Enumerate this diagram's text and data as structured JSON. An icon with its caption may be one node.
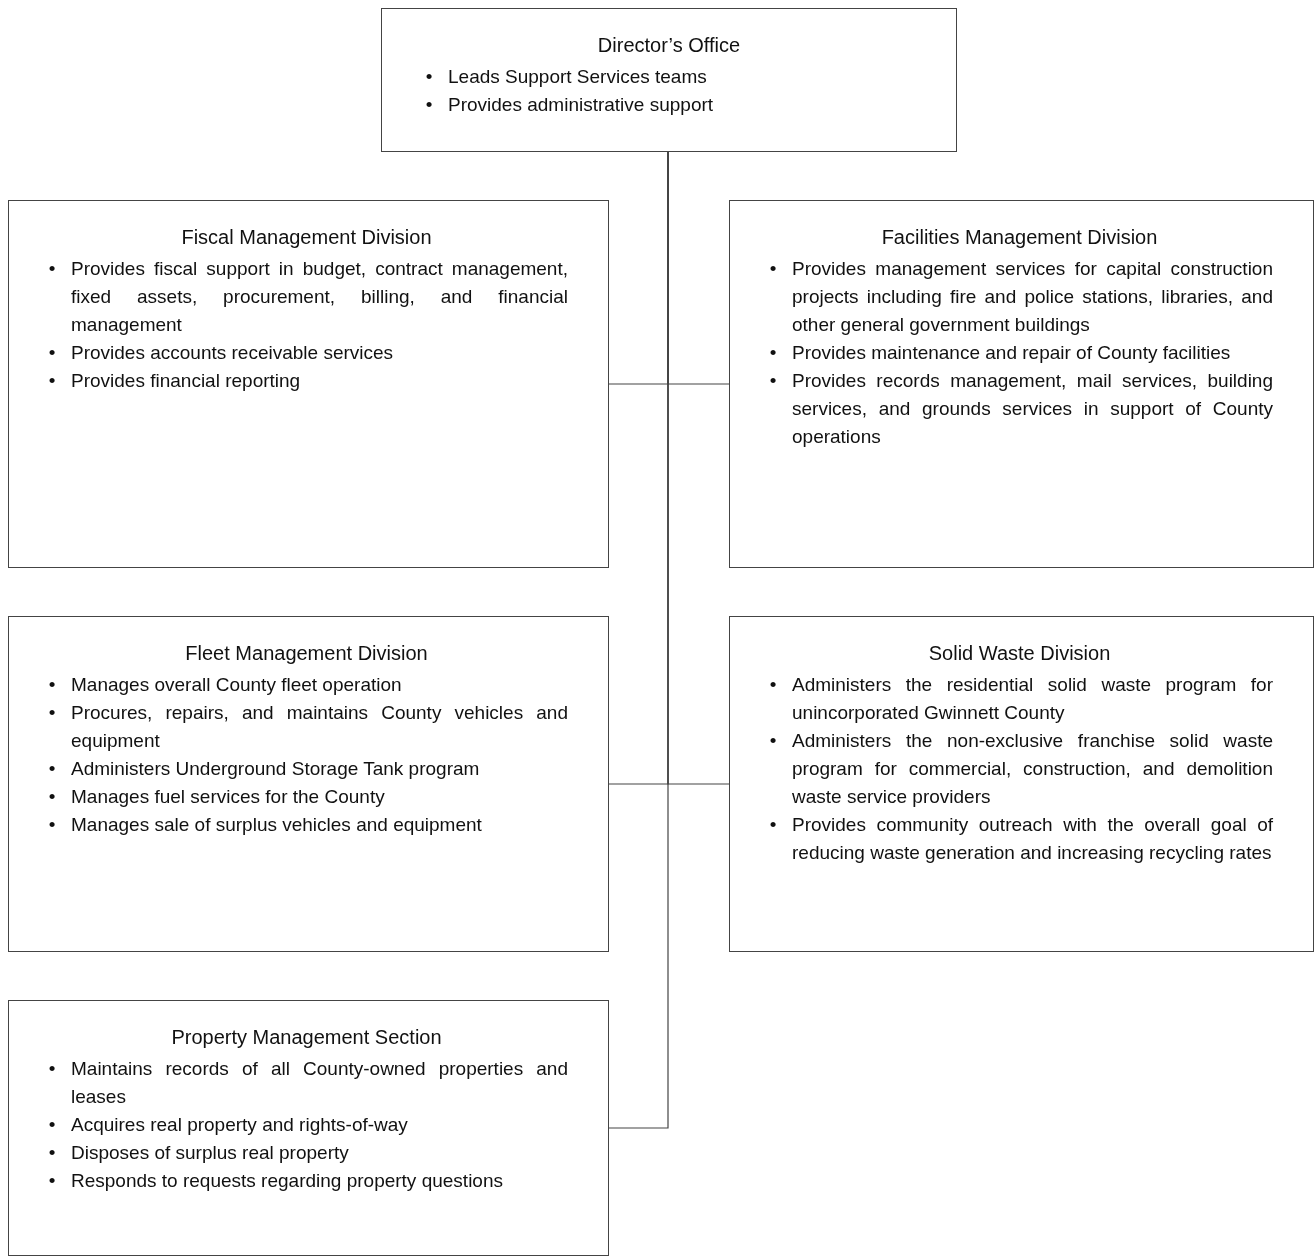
{
  "diagram": {
    "nodes": [
      {
        "text": [
          "Director’s Office",
          "•",
          "Leads Support Services teams",
          "•",
          "Provides administrative support"
        ]
      },
      {
        "text": [
          "Fiscal Management Division",
          "•",
          "Provides fiscal support in budget, contract management, fixed assets, procurement, billing, and financial management",
          "•",
          "Provides accounts receivable services",
          "•",
          "Provides financial reporting"
        ]
      },
      {
        "text": [
          "Facilities Management Division",
          "•",
          "Provides management services for capital construction projects including fire and police stations, libraries, and other general government buildings",
          "•",
          "Provides maintenance and repair of County facilities",
          "•",
          "Provides records management, mail services, building services, and grounds services in support of County operations"
        ]
      },
      {
        "text": [
          "Fleet Management Division",
          "•",
          "Manages overall County fleet operation",
          "•",
          "Procures, repairs, and maintains County vehicles and equipment",
          "•",
          "Administers Underground Storage Tank program",
          "•",
          "Manages fuel services for the County",
          "•",
          "Manages sale of surplus vehicles and equipment"
        ]
      },
      {
        "text": [
          "Solid Waste Division",
          "•",
          "Administers the residential solid waste program for unincorporated Gwinnett County",
          "•",
          "Administers the non-exclusive franchise solid waste program for commercial, construction, and demolition waste service providers",
          "•",
          "Provides community outreach with the overall goal of reducing waste generation and increasing recycling rates"
        ]
      },
      {
        "text": [
          "Property Management Section",
          "•",
          "Maintains records of all County-owned properties and leases",
          "•",
          "Acquires real property and rights-of-way",
          "•",
          "Disposes of surplus real property",
          "•",
          "Responds to requests regarding property questions"
        ]
      }
    ],
    "edges": [
      {
        "from": 0,
        "to": 1,
        "arrow": "none"
      },
      {
        "from": 0,
        "to": 2,
        "arrow": "none"
      },
      {
        "from": 0,
        "to": 3,
        "arrow": "none"
      },
      {
        "from": 0,
        "to": 4,
        "arrow": "none"
      },
      {
        "from": 0,
        "to": 5,
        "arrow": "none"
      }
    ]
  }
}
